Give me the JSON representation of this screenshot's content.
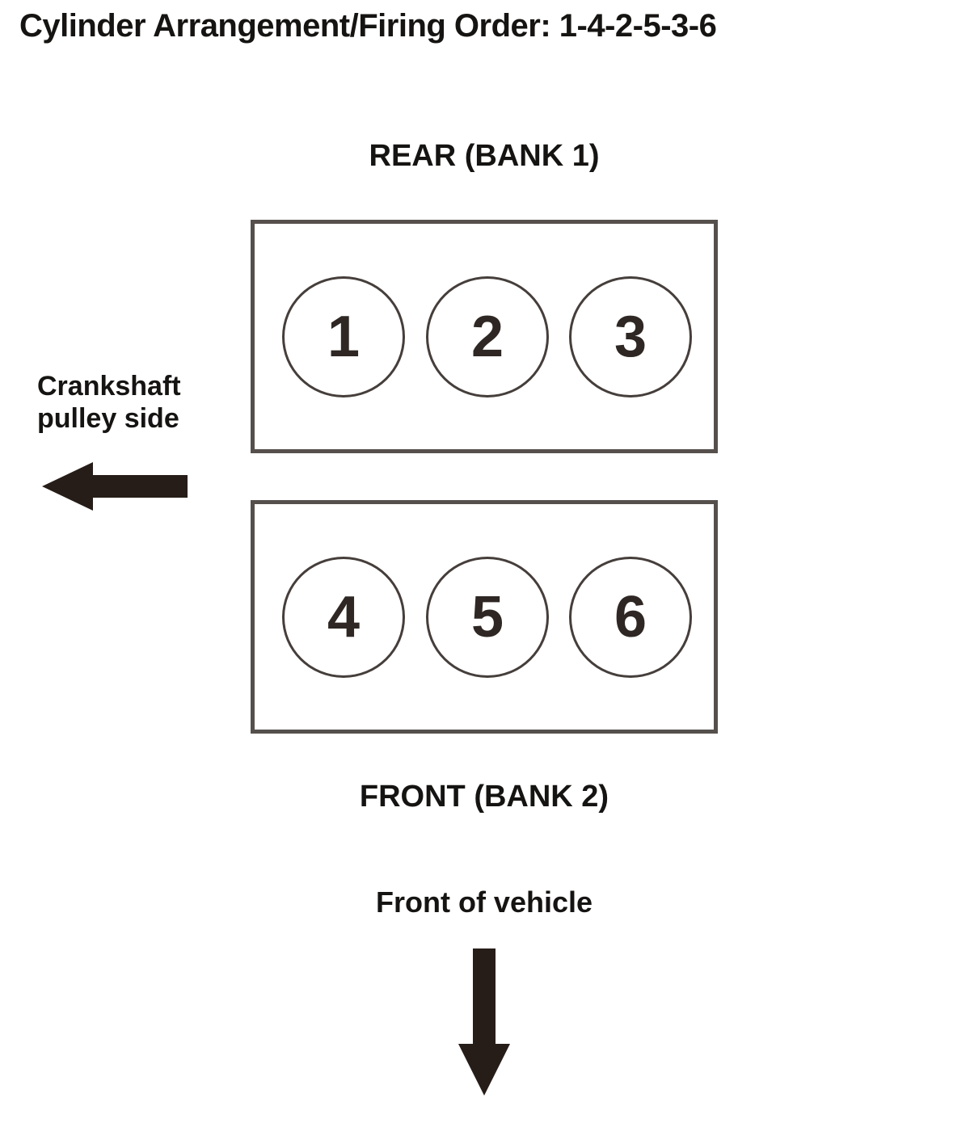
{
  "page": {
    "title": "Cylinder Arrangement/Firing Order: 1-4-2-5-3-6",
    "firing_order": "1-4-2-5-3-6"
  },
  "banks": [
    {
      "label": "REAR (BANK 1)",
      "cylinders": [
        "1",
        "2",
        "3"
      ]
    },
    {
      "label": "FRONT (BANK 2)",
      "cylinders": [
        "4",
        "5",
        "6"
      ]
    }
  ],
  "annotations": {
    "crankshaft_line1": "Crankshaft",
    "crankshaft_line2": "pulley side",
    "front_of_vehicle": "Front of vehicle"
  },
  "icons": {
    "left_arrow": "crankshaft-pulley-direction-arrow",
    "down_arrow": "front-of-vehicle-direction-arrow"
  },
  "colors": {
    "background": "#ffffff",
    "text": "#161412",
    "box_border": "#56504d",
    "circle_border": "#453e3b",
    "arrow": "#271d18"
  }
}
